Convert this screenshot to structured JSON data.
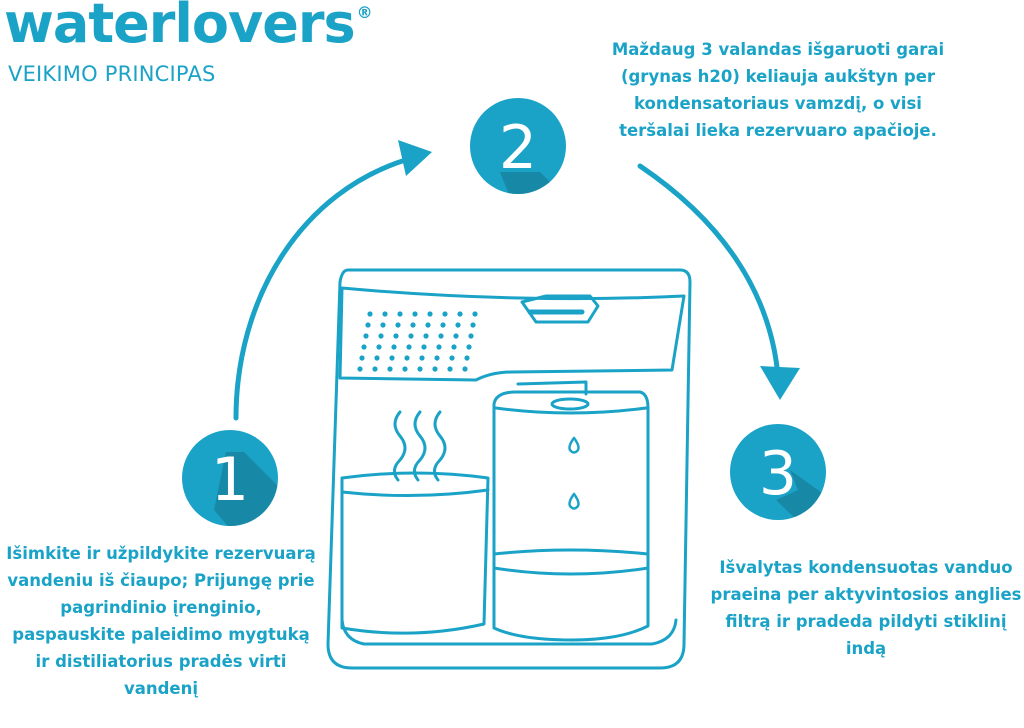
{
  "brand": {
    "name": "waterlovers",
    "mark": "®"
  },
  "subtitle": "VEIKIMO PRINCIPAS",
  "steps": [
    {
      "number": "1",
      "text": "Išimkite ir užpildykite rezervuarą vandeniu iš čiaupo; Prijungę prie pagrindinio įrenginio, paspauskite paleidimo mygtuką ir distiliatorius pradės virti vandenį"
    },
    {
      "number": "2",
      "text": "Maždaug 3 valandas išgaruoti garai (grynas h20) keliauja aukštyn per kondensatoriaus vamzdį, o visi teršalai lieka rezervuaro apačioje."
    },
    {
      "number": "3",
      "text": "Išvalytas kondensuotas vanduo praeina per aktyvintosios anglies filtrą ir pradeda pildyti stiklinį indą"
    }
  ],
  "colors": {
    "accent": "#1aa3c7",
    "accent_dark": "#1787a8",
    "shadow": "#17728c"
  }
}
